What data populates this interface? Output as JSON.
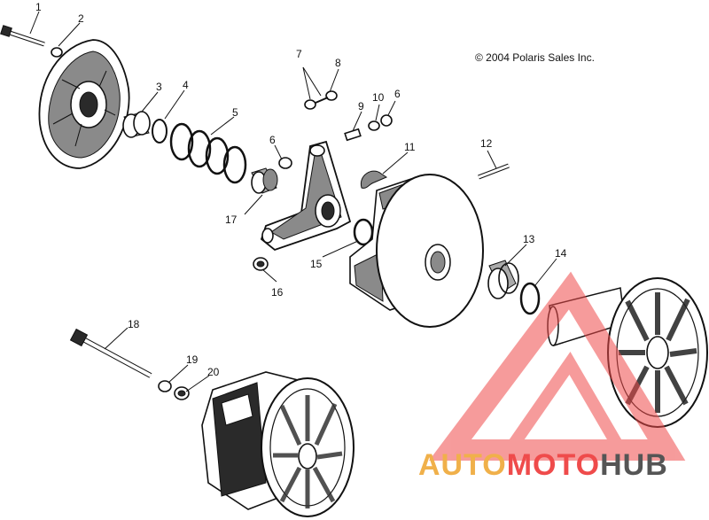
{
  "diagram": {
    "copyright": "© 2004 Polaris Sales Inc.",
    "callouts": [
      "1",
      "2",
      "3",
      "4",
      "5",
      "6",
      "7",
      "8",
      "9",
      "10",
      "6",
      "11",
      "12",
      "17",
      "6",
      "15",
      "13",
      "14",
      "16",
      "18",
      "19",
      "20"
    ]
  },
  "watermark": {
    "part1": "AUTO",
    "part2": "MOTO",
    "part3": "HUB",
    "colors": {
      "orange": "#f0b04a",
      "red": "#ef4b4b",
      "gray": "#555555"
    }
  }
}
